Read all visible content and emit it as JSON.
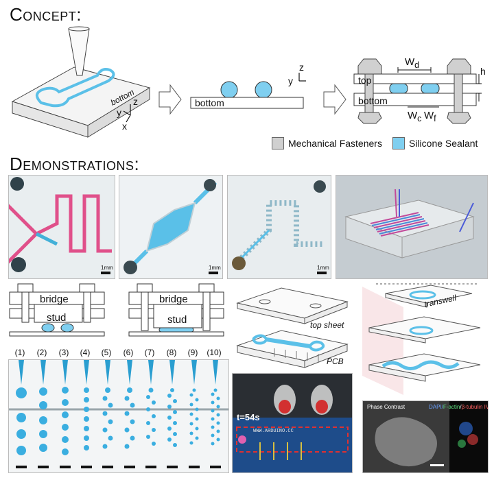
{
  "headings": {
    "concept": "Concept:",
    "demonstrations": "Demonstrations:"
  },
  "concept": {
    "chip_label": "bottom",
    "axes_3d": {
      "x": "x",
      "y": "y",
      "z": "z"
    },
    "section_label": "bottom",
    "axes_2d": {
      "y": "y",
      "z": "z"
    },
    "assembly": {
      "top": "top",
      "bottom": "bottom",
      "wd": "W",
      "wd_sub": "d",
      "h": "h",
      "wc": "W",
      "wc_sub": "c",
      "wf": "W",
      "wf_sub": "f"
    }
  },
  "legend": {
    "fasteners": "Mechanical Fasteners",
    "sealant": "Silicone Sealant",
    "fasteners_color": "#d0d0d0",
    "sealant_color": "#7fcff0"
  },
  "photos": {
    "scale1": "1mm",
    "scale2": "1mm",
    "scale3": "1mm"
  },
  "bridge_diagrams": {
    "left": {
      "bridge": "bridge",
      "stud": "stud"
    },
    "right": {
      "bridge": "bridge",
      "stud": "stud"
    }
  },
  "droplets": {
    "labels": [
      "(1)",
      "(2)",
      "(3)",
      "(4)",
      "(5)",
      "(6)",
      "(7)",
      "(8)",
      "(9)",
      "(10)"
    ]
  },
  "pcb": {
    "top_sheet": "top sheet",
    "pcb": "PCB",
    "time": "t=54s",
    "arduino": "WWW.ARDUINO.CC"
  },
  "transwell": {
    "label": "transwell",
    "phase": "Phase Contrast",
    "stain": {
      "dapi": "DAPI/",
      "factin": "F-actin",
      "slash": "/",
      "tubulin": "β-tubulin IV"
    }
  },
  "colors": {
    "sealant": "#5bc0e8",
    "droplet": "#3aaee0"
  }
}
